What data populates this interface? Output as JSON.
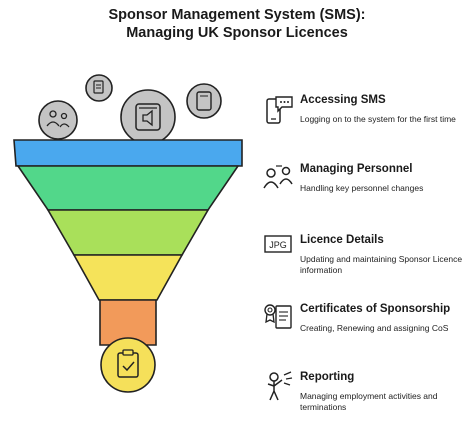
{
  "title_line1": "Sponsor Management System (SMS):",
  "title_line2": "Managing UK Sponsor Licences",
  "funnel_colors": [
    "#4aa8ee",
    "#52d78a",
    "#a9e05a",
    "#f5e35a",
    "#f29a5a",
    "#f5e05a"
  ],
  "icon_circle_fill": "#c4c4c4",
  "steps": [
    {
      "title": "Accessing SMS",
      "desc": "Logging on to the system for the first time",
      "icon": "phone-chat-icon"
    },
    {
      "title": "Managing Personnel",
      "desc": "Handling key personnel changes",
      "icon": "people-icon"
    },
    {
      "title": "Licence Details",
      "desc": "Updating and maintaining Sponsor Licence information",
      "icon": "jpg-icon",
      "icon_text": "JPG"
    },
    {
      "title": "Certificates of Sponsorship",
      "desc": "Creating, Renewing and assigning CoS",
      "icon": "certificate-icon"
    },
    {
      "title": "Reporting",
      "desc": "Managing employment activities and terminations",
      "icon": "presenter-icon"
    }
  ]
}
